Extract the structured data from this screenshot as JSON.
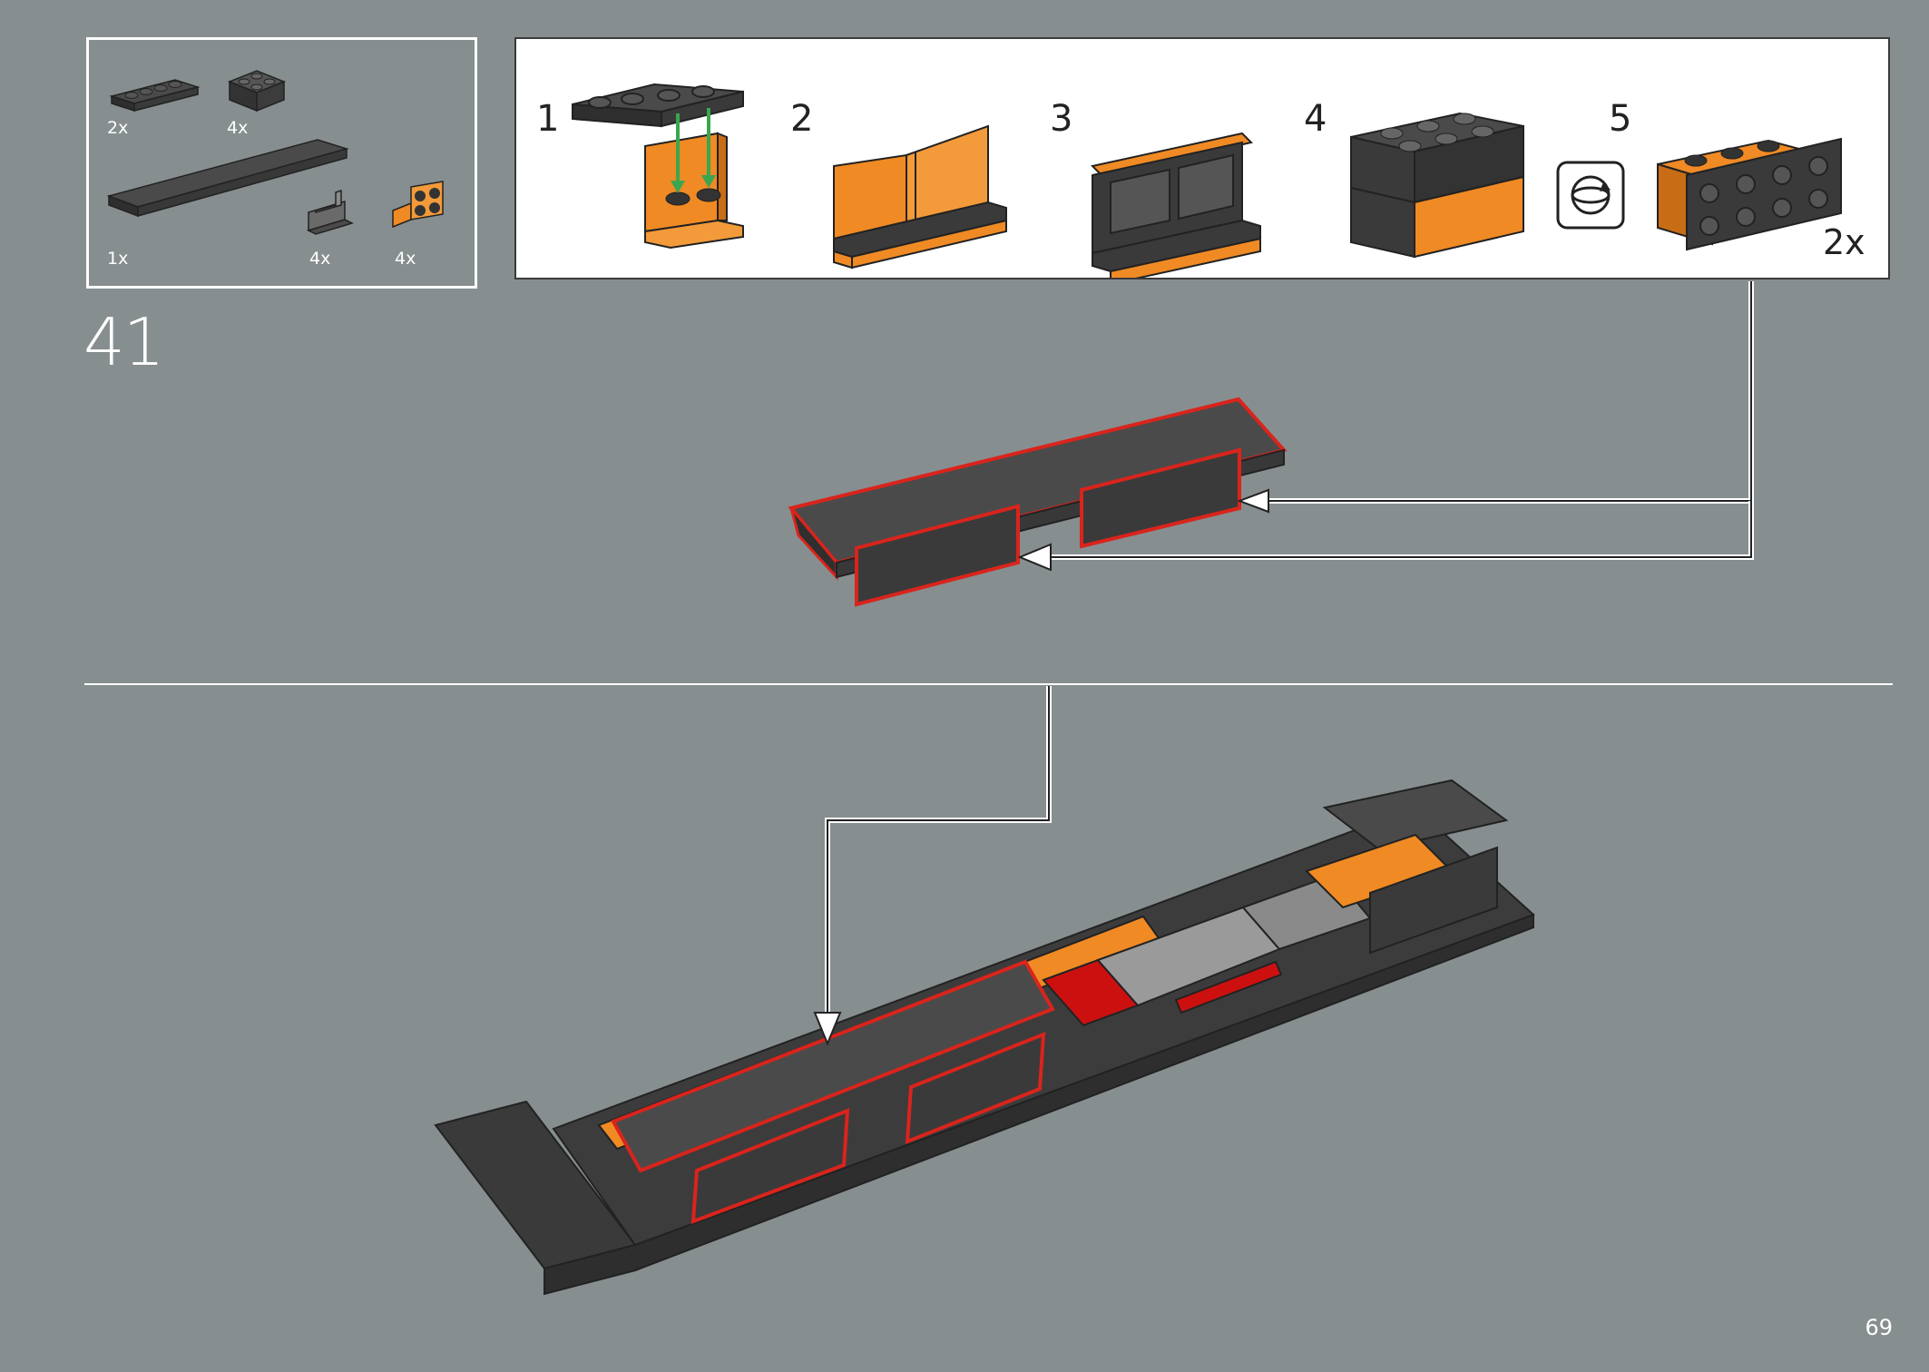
{
  "step": {
    "number": "41"
  },
  "parts": [
    {
      "name": "plate-1x4-dark-grey",
      "qty": "2x"
    },
    {
      "name": "plate-2x2-bracket-dark-grey",
      "qty": "4x"
    },
    {
      "name": "plate-2x12-dark-grey",
      "qty": "1x"
    },
    {
      "name": "bracket-grey",
      "qty": "4x"
    },
    {
      "name": "bracket-2x2-orange",
      "qty": "4x"
    }
  ],
  "substeps": [
    {
      "label": "1"
    },
    {
      "label": "2"
    },
    {
      "label": "3"
    },
    {
      "label": "4"
    },
    {
      "label": "5"
    }
  ],
  "substep_result_qty": "2x",
  "rotate_icon": "rotate-model-icon",
  "page": {
    "number": "69"
  },
  "colors": {
    "background": "#878e90",
    "brick_dark": "#3b3b3b",
    "brick_orange": "#f08a24",
    "highlight_red": "#d9241c",
    "arrow_green": "#3aa650",
    "callout_border": "#3a3a3a"
  }
}
